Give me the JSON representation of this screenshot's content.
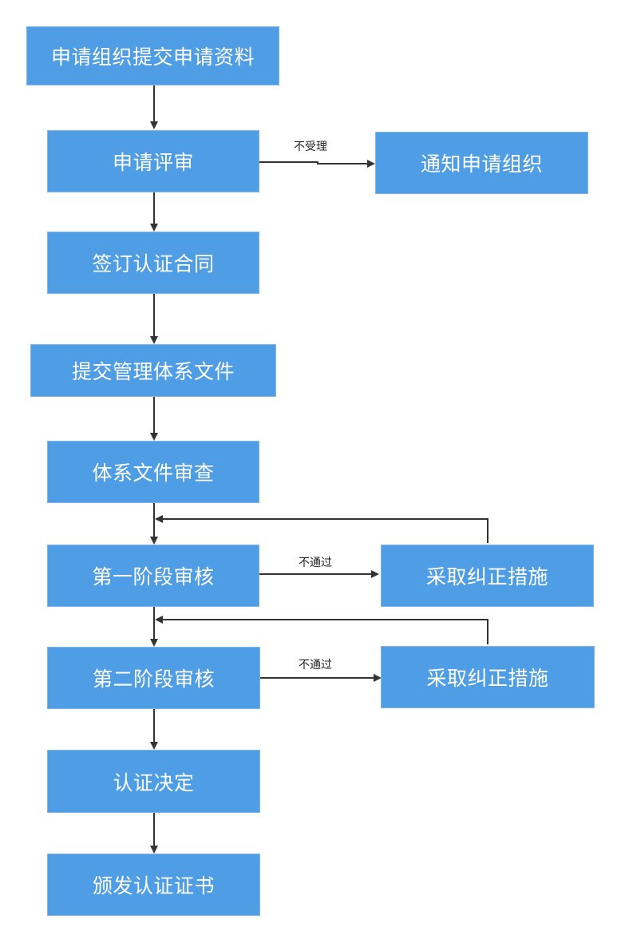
{
  "diagram": {
    "nodes": {
      "submit_application": "申请组织提交申请资料",
      "application_review": "申请评审",
      "notify_applicant": "通知申请组织",
      "sign_contract": "签订认证合同",
      "submit_docs": "提交管理体系文件",
      "doc_review": "体系文件审查",
      "stage1_audit": "第一阶段审核",
      "corrective_1": "采取纠正措施",
      "stage2_audit": "第二阶段审核",
      "corrective_2": "采取纠正措施",
      "decision": "认证决定",
      "issue_certificate": "颁发认证证书"
    },
    "edge_labels": {
      "not_accepted": "不受理",
      "not_passed_1": "不通过",
      "not_passed_2": "不通过"
    },
    "colors": {
      "box_fill": "#4f9de4",
      "box_border": "#7cb6ec",
      "connector": "#333333"
    }
  }
}
